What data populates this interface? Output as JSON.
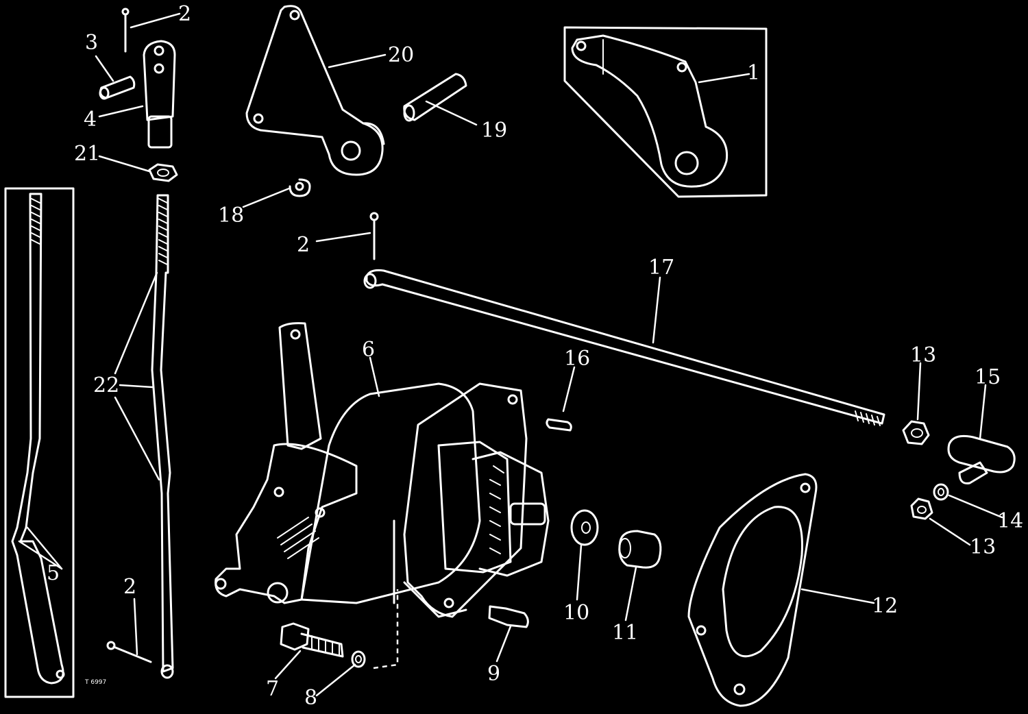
{
  "diagram": {
    "background": "#000000",
    "ink": "#ffffff",
    "figure_code": "T 6997",
    "callouts": [
      {
        "id": "c-1",
        "text": "1"
      },
      {
        "id": "c-2a",
        "text": "2"
      },
      {
        "id": "c-2b",
        "text": "2"
      },
      {
        "id": "c-2c",
        "text": "2"
      },
      {
        "id": "c-3",
        "text": "3"
      },
      {
        "id": "c-4",
        "text": "4"
      },
      {
        "id": "c-5",
        "text": "5"
      },
      {
        "id": "c-6",
        "text": "6"
      },
      {
        "id": "c-7",
        "text": "7"
      },
      {
        "id": "c-8",
        "text": "8"
      },
      {
        "id": "c-9",
        "text": "9"
      },
      {
        "id": "c-10",
        "text": "10"
      },
      {
        "id": "c-11",
        "text": "11"
      },
      {
        "id": "c-12",
        "text": "12"
      },
      {
        "id": "c-13a",
        "text": "13"
      },
      {
        "id": "c-13b",
        "text": "13"
      },
      {
        "id": "c-14",
        "text": "14"
      },
      {
        "id": "c-15",
        "text": "15"
      },
      {
        "id": "c-16",
        "text": "16"
      },
      {
        "id": "c-17",
        "text": "17"
      },
      {
        "id": "c-18",
        "text": "18"
      },
      {
        "id": "c-19",
        "text": "19"
      },
      {
        "id": "c-20",
        "text": "20"
      },
      {
        "id": "c-21",
        "text": "21"
      },
      {
        "id": "c-22",
        "text": "22"
      }
    ]
  }
}
